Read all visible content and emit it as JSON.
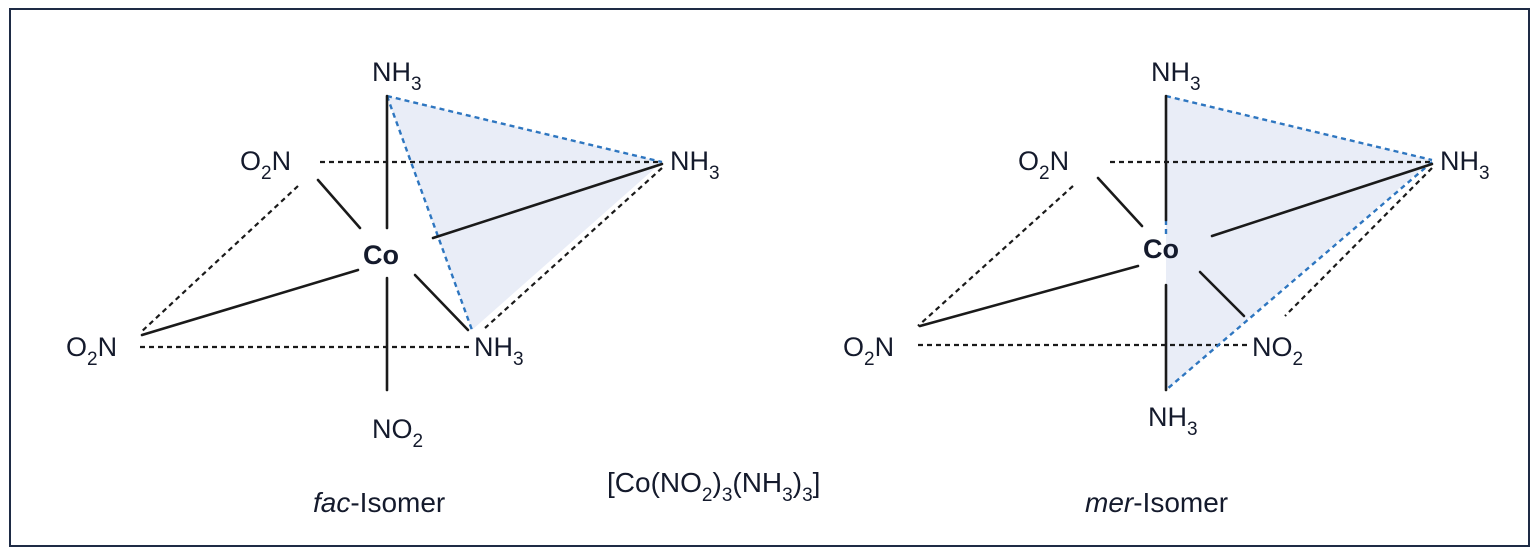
{
  "formula": {
    "prefix": "[Co(NO",
    "s1": "2",
    "mid1": ")",
    "s2": "3",
    "mid2": "(NH",
    "s3": "3",
    "mid3": ")",
    "s4": "3",
    "suffix": "]"
  },
  "fac": {
    "caption_italic": "fac",
    "caption_rest": "-Isomer",
    "center": "Co",
    "top": {
      "base": "NH",
      "sub": "3"
    },
    "upper_left": {
      "pre": "O",
      "sub": "2",
      "post": "N"
    },
    "right": {
      "base": "NH",
      "sub": "3"
    },
    "lower_left": {
      "pre": "O",
      "sub": "2",
      "post": "N"
    },
    "lower_right": {
      "base": "NH",
      "sub": "3"
    },
    "bottom": {
      "base": "NO",
      "sub": "2"
    }
  },
  "mer": {
    "caption_italic": "mer",
    "caption_rest": "-Isomer",
    "center": "Co",
    "top": {
      "base": "NH",
      "sub": "3"
    },
    "upper_left": {
      "pre": "O",
      "sub": "2",
      "post": "N"
    },
    "right": {
      "base": "NH",
      "sub": "3"
    },
    "lower_left": {
      "pre": "O",
      "sub": "2",
      "post": "N"
    },
    "lower_right": {
      "base": "NO",
      "sub": "2"
    },
    "bottom": {
      "base": "NH",
      "sub": "3"
    }
  },
  "colors": {
    "border": "#1e2b45",
    "bond": "#1a1a1a",
    "highlight_edge": "#2e76c0",
    "highlight_face": "#e9edf7",
    "text": "#141a2c"
  }
}
